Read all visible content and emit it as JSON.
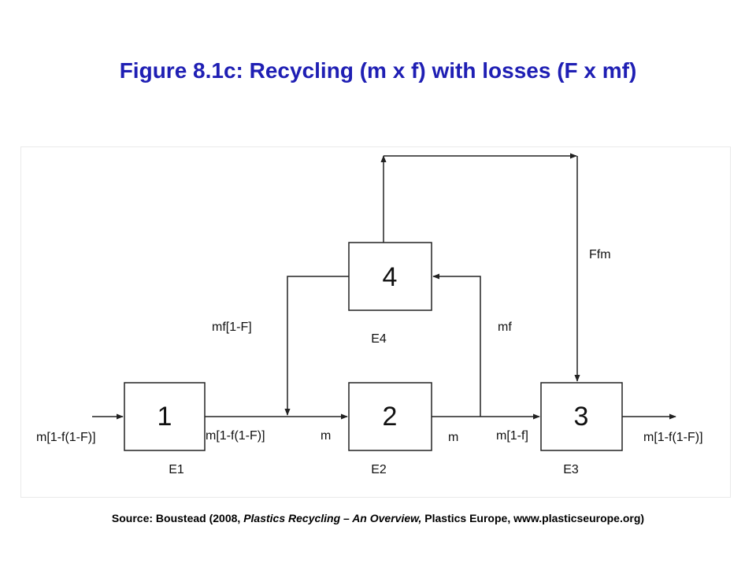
{
  "title": "Figure 8.1c: Recycling (m x f) with losses (F x mf)",
  "diagram": {
    "boxes": [
      {
        "id": "1",
        "label": "1",
        "caption": "E1"
      },
      {
        "id": "2",
        "label": "2",
        "caption": "E2"
      },
      {
        "id": "3",
        "label": "3",
        "caption": "E3"
      },
      {
        "id": "4",
        "label": "4",
        "caption": "E4"
      }
    ],
    "flows": {
      "input": "m[1-f(1-F)]",
      "e1_out": "m[1-f(1-F)]",
      "into_e2": "m",
      "e2_out": "m",
      "into_e3": "m[1-f]",
      "output": "m[1-f(1-F)]",
      "recycled_to_e4": "mf",
      "e4_return": "mf[1-F]",
      "loss_to_e3": "Ffm"
    }
  },
  "source": {
    "prefix": "Source: Boustead (2008, ",
    "title": "Plastics Recycling – An Overview,",
    "suffix": " Plastics Europe, www.plasticseurope.org)"
  }
}
